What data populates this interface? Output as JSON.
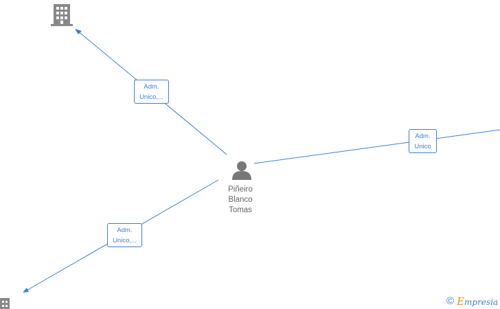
{
  "person": {
    "name_lines": [
      "Piñeiro",
      "Blanco",
      "Tomas"
    ],
    "icon": "person-icon"
  },
  "companies": [
    {
      "icon": "building-icon"
    },
    {
      "icon": "building-icon"
    },
    {
      "icon": "building-icon"
    }
  ],
  "relations": [
    {
      "label_lines": [
        "Adm.",
        "Unico,..."
      ]
    },
    {
      "label_lines": [
        "Adm.",
        "Unico"
      ]
    },
    {
      "label_lines": [
        "Adm.",
        "Unico,..."
      ]
    }
  ],
  "watermark": {
    "copyright": "©",
    "brand_initial": "E",
    "brand_rest": "mpresia"
  },
  "colors": {
    "edge": "#3a7fd5",
    "node_icon": "#888888",
    "brand_accent": "#f08a00"
  }
}
